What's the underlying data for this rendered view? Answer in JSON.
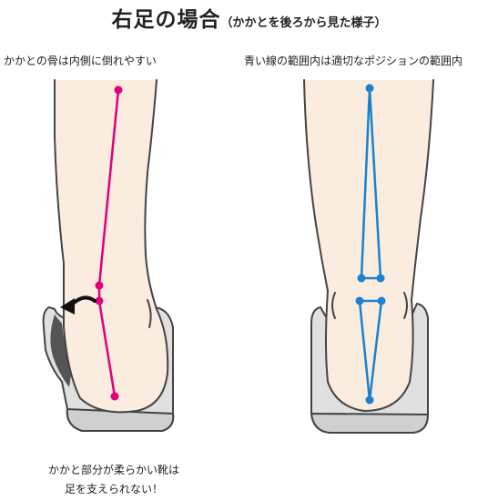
{
  "title": {
    "main": "右足の場合",
    "sub": "（かかとを後ろから見た様子）"
  },
  "left_panel": {
    "caption": "かかとの骨は内側に倒れやすい",
    "note_line1": "かかと部分が柔らかい靴は",
    "note_line2": "足を支えられない！"
  },
  "right_panel": {
    "caption": "青い線の範囲内は適切なポジションの範囲内"
  },
  "colors": {
    "skin": "#faecdf",
    "outline": "#444444",
    "shoe_fill": "#e0e0e0",
    "shoe_sole": "#d0d0d0",
    "shoe_dark": "#555555",
    "bad_alignment": "#e0007a",
    "good_range": "#1a82d0",
    "arrow": "#111111"
  }
}
